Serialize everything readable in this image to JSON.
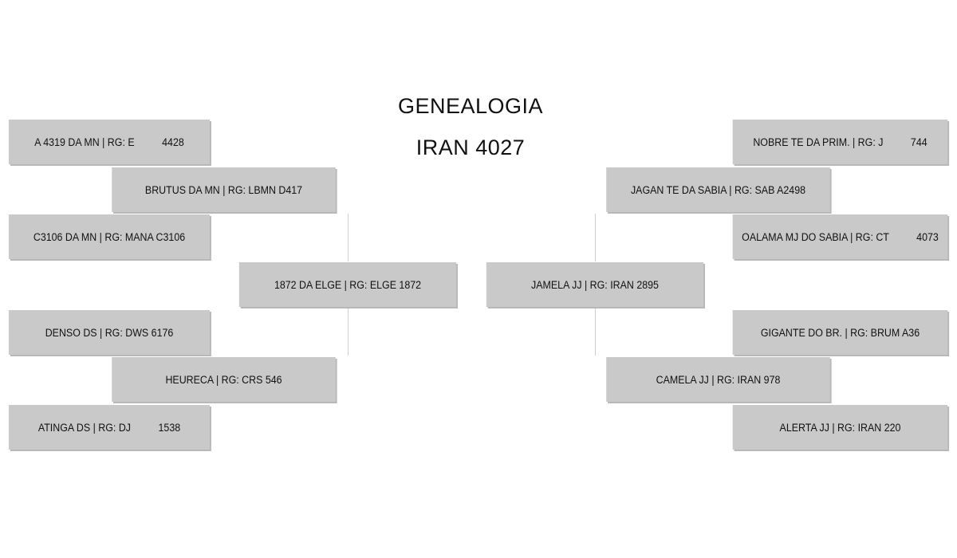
{
  "title": {
    "line1": "GENEALOGIA",
    "line2": "IRAN 4027"
  },
  "sire_side": {
    "sire": "1872 DA ELGE | RG: ELGE 1872",
    "paternal_grandsire": "BRUTUS DA MN | RG: LBMN D417",
    "paternal_granddam": "HEURECA | RG: CRS 546",
    "ggs_1": "A 4319 DA MN | RG: E          4428",
    "ggd_1": "C3106 DA MN | RG: MANA C3106",
    "ggs_2": "DENSO DS | RG: DWS 6176",
    "ggd_2": "ATINGA DS | RG: DJ          1538"
  },
  "dam_side": {
    "dam": "JAMELA JJ | RG: IRAN 2895",
    "maternal_grandsire": "JAGAN TE DA SABIA | RG: SAB A2498",
    "maternal_granddam": "CAMELA JJ | RG: IRAN 978",
    "ggs_3": "NOBRE TE DA PRIM. | RG: J          744",
    "ggd_3": "OALAMA MJ DO SABIA | RG: CT          4073",
    "ggs_4": "GIGANTE DO BR. | RG: BRUM A36",
    "ggd_4": "ALERTA JJ | RG: IRAN 220"
  }
}
